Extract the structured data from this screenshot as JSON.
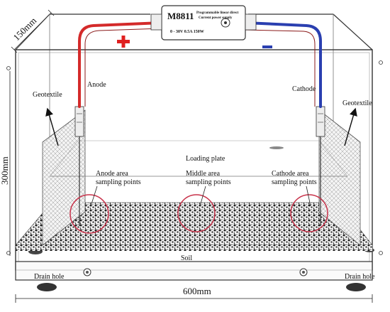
{
  "power_supply": {
    "model": "M8811",
    "subtitle_line1": "Programmable linear direct",
    "subtitle_line2": "Current power supply",
    "spec": "0 - 30V 0.5A 150W"
  },
  "polarity": {
    "positive": "+",
    "negative": "-"
  },
  "labels": {
    "anode": "Anode",
    "cathode": "Cathode",
    "geotextile_left": "Geotextile",
    "geotextile_right": "Geotextile",
    "loading_plate": "Loading plate",
    "anode_area_1": "Anode area",
    "anode_area_2": "sampling points",
    "middle_area_1": "Middle area",
    "middle_area_2": "sampling points",
    "cathode_area_1": "Cathode area",
    "cathode_area_2": "sampling points",
    "soil": "Soil",
    "drain_hole_left": "Drain hole",
    "drain_hole_right": "Drain hole"
  },
  "dimensions": {
    "depth": "150mm",
    "height": "300mm",
    "width": "600mm"
  },
  "colors": {
    "positive_wire": "#d42a2a",
    "negative_wire": "#2a3fb0",
    "sampling_circle": "#c8324a"
  }
}
